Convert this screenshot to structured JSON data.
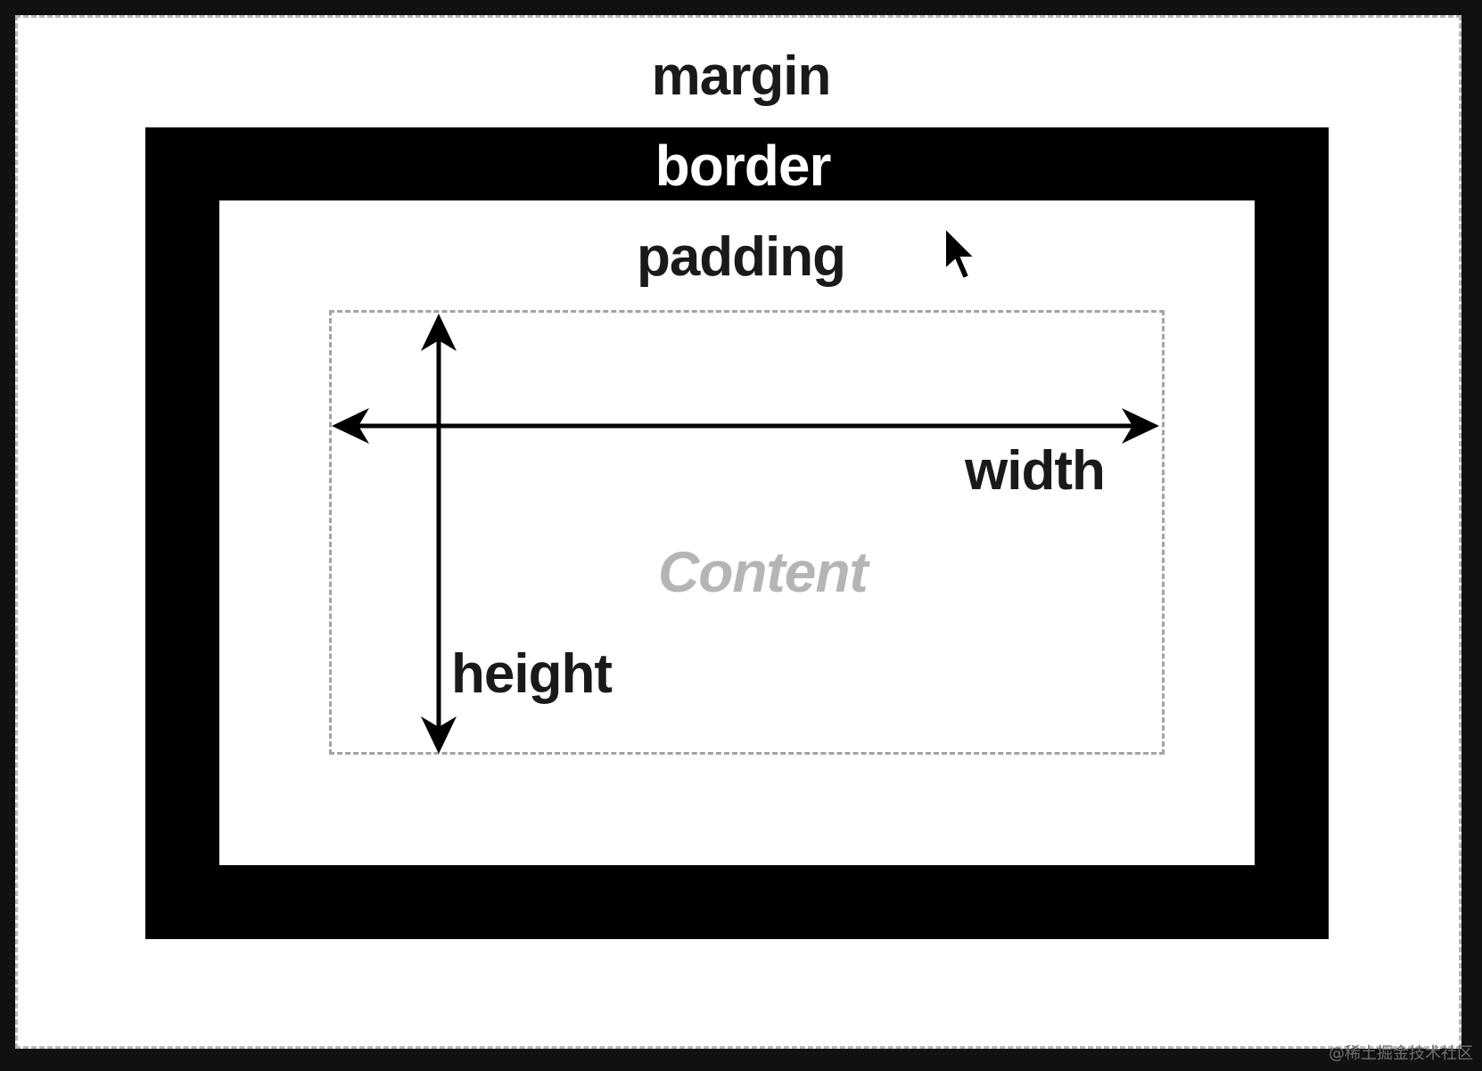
{
  "diagram": {
    "labels": {
      "margin": "margin",
      "border": "border",
      "padding": "padding",
      "width": "width",
      "content": "Content",
      "height": "height"
    }
  },
  "watermark": "@稀土掘金技术社区",
  "colors": {
    "background": "#111111",
    "margin_fill": "#ffffff",
    "border_fill": "#000000",
    "padding_fill": "#ffffff",
    "content_dash": "#a3a3a3",
    "content_text": "#b5b5b5",
    "arrow": "#000000"
  },
  "icons": {
    "cursor": "mouse-pointer-icon"
  }
}
